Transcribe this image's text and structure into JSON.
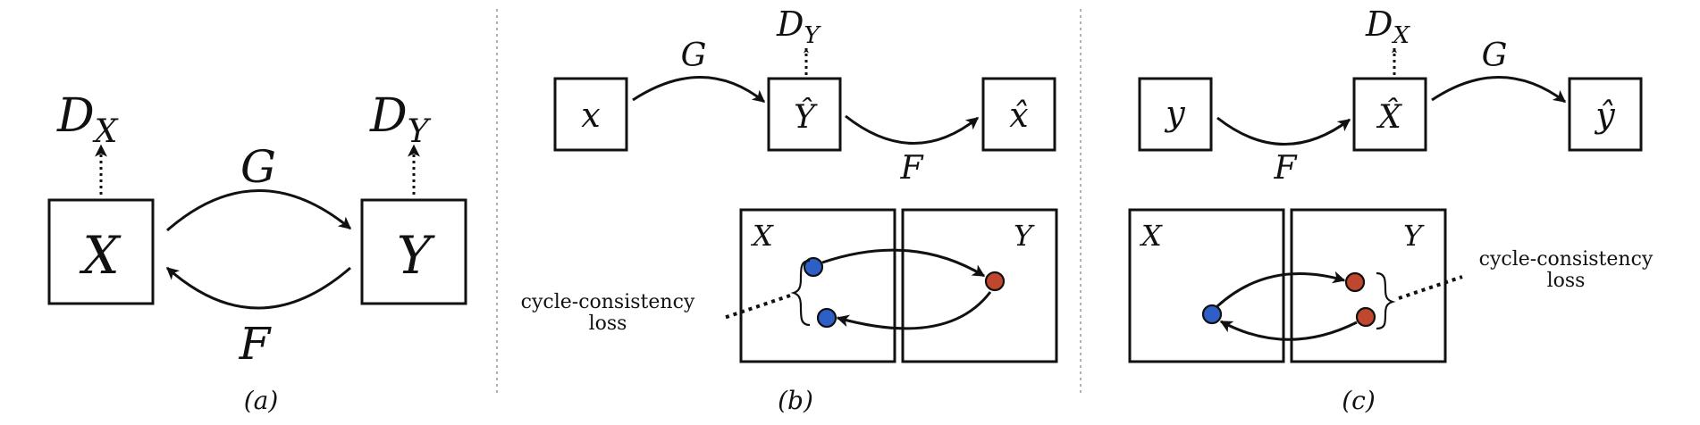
{
  "panel_a": {
    "node_x": "X",
    "node_y": "Y",
    "disc_x": "DX",
    "disc_x_base": "D",
    "disc_x_sub": "X",
    "disc_y": "DY",
    "disc_y_base": "D",
    "disc_y_sub": "Y",
    "map_g": "G",
    "map_f": "F",
    "caption": "(a)"
  },
  "panel_b": {
    "node_x": "x",
    "node_yhat": "Ŷ",
    "node_xhat": "x̂",
    "disc_base": "D",
    "disc_sub": "Y",
    "map_g": "G",
    "map_f": "F",
    "domain_x": "X",
    "domain_y": "Y",
    "loss_line1": "cycle-consistency",
    "loss_line2": "loss",
    "caption": "(b)"
  },
  "panel_c": {
    "node_y": "y",
    "node_xhat": "X̂",
    "node_yhat": "ŷ",
    "disc_base": "D",
    "disc_sub": "X",
    "map_g": "G",
    "map_f": "F",
    "domain_x": "X",
    "domain_y": "Y",
    "loss_line1": "cycle-consistency",
    "loss_line2": "loss",
    "caption": "(c)"
  },
  "colors": {
    "domain_x_point": "#2e5fc7",
    "domain_y_point": "#c0472e",
    "separator": "#999999"
  }
}
